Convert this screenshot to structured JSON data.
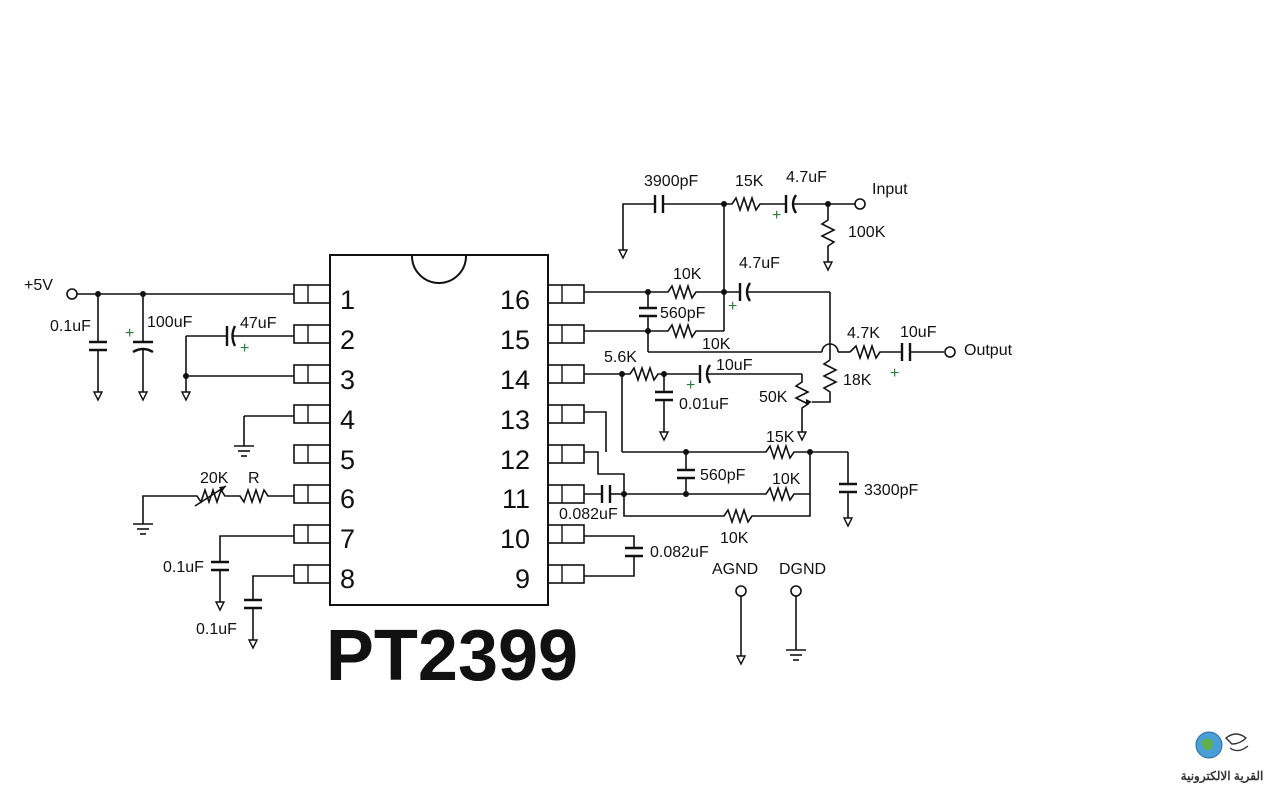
{
  "chip": {
    "name": "PT2399",
    "pins_left": [
      "1",
      "2",
      "3",
      "4",
      "5",
      "6",
      "7",
      "8"
    ],
    "pins_right": [
      "16",
      "15",
      "14",
      "13",
      "12",
      "11",
      "10",
      "9"
    ]
  },
  "labels": {
    "vcc": "+5V",
    "c_01uf_a": "0.1uF",
    "c_100uf": "100uF",
    "c_47uf": "47uF",
    "r_20k": "20K",
    "r_r": "R",
    "c_01uf_b": "0.1uF",
    "c_01uf_c": "0.1uF",
    "c_3900pf": "3900pF",
    "r_15k_in": "15K",
    "c_47uf_in": "4.7uF",
    "input": "Input",
    "r_100k": "100K",
    "r_10k_a": "10K",
    "c_47uf_b": "4.7uF",
    "c_560pf_a": "560pF",
    "r_10k_b": "10K",
    "r_47k": "4.7K",
    "c_10uf_out": "10uF",
    "output": "Output",
    "r_56k": "5.6K",
    "c_10uf_b": "10uF",
    "r_18k": "18K",
    "c_001uf": "0.01uF",
    "pot_50k": "50K",
    "r_15k_b": "15K",
    "c_560pf_b": "560pF",
    "r_10k_c": "10K",
    "c_3300pf": "3300pF",
    "c_0082uf_a": "0.082uF",
    "r_10k_d": "10K",
    "c_0082uf_b": "0.082uF",
    "agnd": "AGND",
    "dgnd": "DGND",
    "watermark": "القرية الالكترونية"
  },
  "colors": {
    "line": "#111111",
    "background": "#ffffff"
  }
}
